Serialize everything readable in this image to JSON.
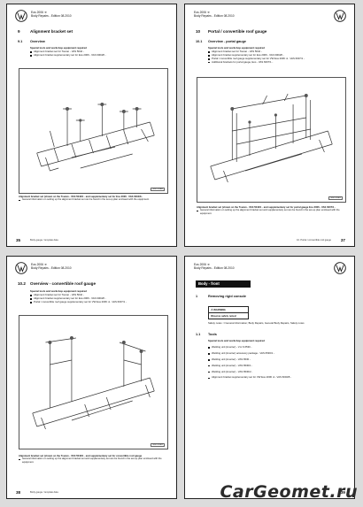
{
  "pages": [
    {
      "header": [
        "Eos 2006 ➔",
        "Body Repairs - Edition 08.2010"
      ],
      "chapter": {
        "number": "9",
        "title": "Alignment bracket set"
      },
      "section": {
        "number": "9.1",
        "title": "Overview"
      },
      "lead": "Special tools and workshop equipment required",
      "bullets": [
        "Alignment bracket set for Touran - VAS 5042 -",
        "Alignment bracket supplementary set for Eos 2006 - VAS 6004/8 -"
      ],
      "figure_id": "SGO-10360",
      "note_bold": "Alignment bracket set (shown on the Touran - VAS 5042/1 - and supplementary set for Eos 2006 - VAS 6004/8 -",
      "note_bullet": "General information on setting up the alignment bracket set can be found in the set-up plan enclosed with the equipment.",
      "page_number": "35",
      "footer": "Body gauge / template data"
    },
    {
      "header": [
        "Eos 2006 ➔",
        "Body Repairs - Edition 08.2010"
      ],
      "chapter": {
        "number": "10",
        "title": "Portal / convertible roof gauge"
      },
      "section": {
        "number": "10.1",
        "title": "Overview - portal gauge"
      },
      "lead": "Special tools and workshop equipment required",
      "bullets": [
        "Alignment bracket set for Touran - VAS 5042 -",
        "Alignment bracket supplementary set for Eos 2006 - VAS 6004/8 -",
        "Portal / convertible roof gauge supplementary set for VW Eos 2006 ➔ - VAS 6007/1 -",
        "Additional brackets for portal gauge, Eos - VAS 6007/1 -"
      ],
      "figure_id": "SGO-10361",
      "note_bold": "Alignment bracket set (shown on the Touran - VAS 5042/1 - and supplementary set for portal gauge Eos 2006 - VAS 6007/1 -",
      "note_bullet": "General information on setting up the alignment bracket set and supplementary set can be found in the set-up plan enclosed with the equipment.",
      "page_number": "37",
      "footer": "10. Portal / convertible roof gauge"
    },
    {
      "header": [
        "Eos 2006 ➔",
        "Body Repairs - Edition 08.2010"
      ],
      "chapter": {
        "number": "10.2",
        "title": "Overview - convertible roof gauge"
      },
      "lead": "Special tools and workshop equipment required",
      "bullets": [
        "Alignment bracket set for Touran - VAS 5042 -",
        "Alignment bracket supplementary set for Eos 2006 - VAS 6004/8 -",
        "Portal / convertible roof gauge supplementary set for VW Eos 2006 ➔ - VAS 6007/1 -"
      ],
      "figure_id": "SGO-10362",
      "note_bold": "Alignment bracket set (shown on the Touran - VAS 5042/1 - and supplementary set for convertible roof gauge",
      "note_bullet": "General information on setting up the alignment bracket set and supplementary set can be found in the set-up plan enclosed with the equipment.",
      "page_number": "38",
      "footer": "Body gauge / template data"
    },
    {
      "header": [
        "Eos 2006 ➔",
        "Body Repairs - Edition 08.2010"
      ],
      "band": "Body - front",
      "section": {
        "number": "1",
        "title": "Removing rigid console"
      },
      "warning_title": "WARNING",
      "warning_text": "Observe safety notes!",
      "intro": "Safety notes ⇒ General information; Body Repairs, General Body Repairs, Safety notes",
      "subsection": {
        "number": "1.1",
        "title": "Tools"
      },
      "lead": "Special tools and workshop equipment required",
      "bullets": [
        "Welding unit (inverter) - V.A.S 6530 -",
        "Welding unit (inverter) accessory package - VAS 6530/1 -",
        "Welding unit (inverter) - VAS 6530 -",
        "Welding unit (inverter) - VAS 6530/1 -",
        "Welding unit (inverter) - VAS 6530/2 -",
        "Alignment bracket supplementary set for VW Eos 2006 ➔ - VAS 6004/8 -"
      ],
      "page_number": "39",
      "footer": ""
    }
  ],
  "watermark": "CarGeomet.ru"
}
